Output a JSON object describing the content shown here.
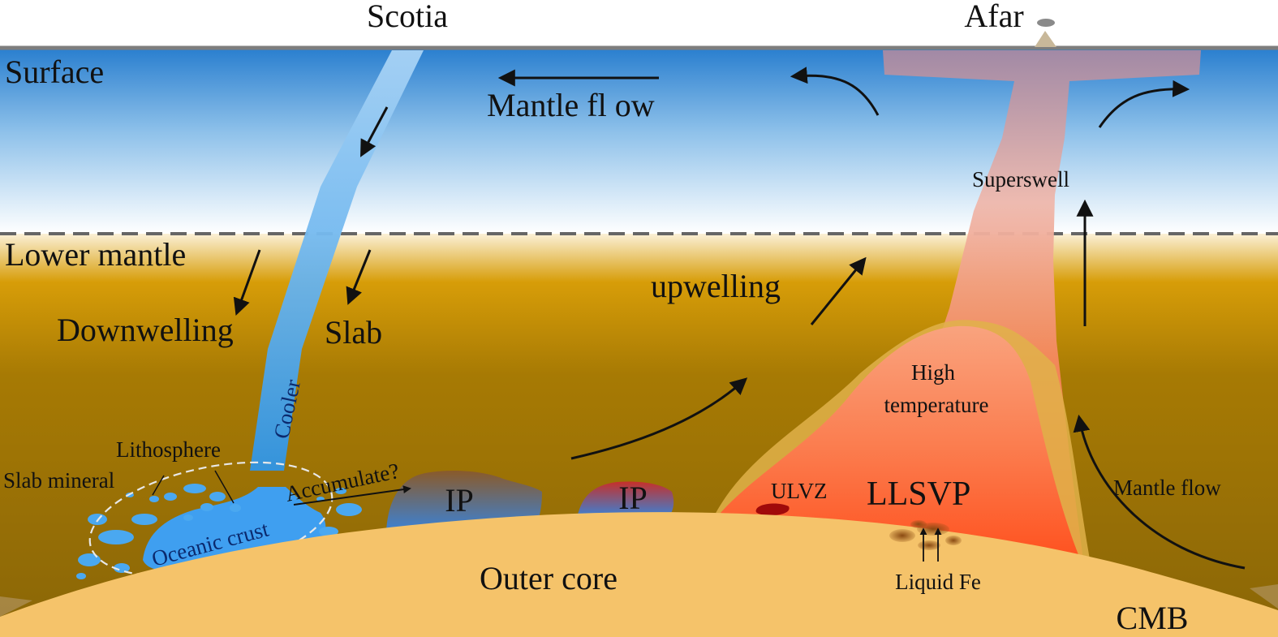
{
  "labels": {
    "scotia": "Scotia",
    "afar": "Afar",
    "surface": "Surface",
    "mantle_flow_top": "Mantle fl ow",
    "superswell": "Superswell",
    "lower_mantle": "Lower mantle",
    "downwelling": "Downwelling",
    "slab": "Slab",
    "upwelling": "upwelling",
    "cooler": "Cooler",
    "high_temperature_1": "High",
    "high_temperature_2": "temperature",
    "lithosphere": "Lithosphere",
    "slab_mineral": "Slab mineral",
    "accumulate": "Accumulate?",
    "ip_1": "IP",
    "ip_2": "IP",
    "ulvz": "ULVZ",
    "llsvp": "LLSVP",
    "mantle_flow_right": "Mantle flow",
    "oceanic_crust": "Oceanic crust",
    "outer_core": "Outer core",
    "liquid_fe": "Liquid Fe",
    "cmb": "CMB"
  },
  "colors": {
    "upper_mantle_top": "#2f86d4",
    "upper_mantle_bottom": "#ffffff",
    "lower_mantle_top": "#f6e1b0",
    "lower_mantle_mid": "#d39a07",
    "lower_mantle_bottom": "#8c6605",
    "outer_core": "#f4c466",
    "slab": "#4aa3ea",
    "plume_top": "#a88aa5",
    "plume_bottom": "#ff6a3a",
    "llsvp": "#ff5a28",
    "ip": "#c0332a",
    "ulvz": "#a00b0b",
    "boundary": "#666666"
  }
}
